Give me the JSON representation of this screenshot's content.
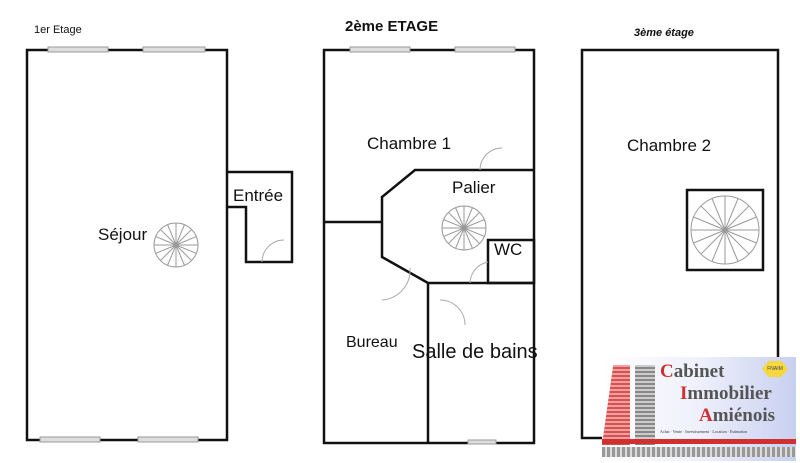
{
  "floors": [
    {
      "title": "1er Etage",
      "rooms": [
        "Séjour",
        "Entrée"
      ]
    },
    {
      "title": "2ème ETAGE",
      "rooms": [
        "Chambre 1",
        "Palier",
        "WC",
        "Bureau",
        "Salle de bains"
      ]
    },
    {
      "title": "3ème étage",
      "rooms": [
        "Chambre 2"
      ]
    }
  ],
  "logo": {
    "line1_initial": "C",
    "line1_rest": "abinet",
    "line2_initial": "I",
    "line2_rest": "mmobilier",
    "line3_initial": "A",
    "line3_rest": "miénois",
    "tagline": "Achat · Vente · Investissement · Location · Estimation",
    "badge": "FNAIM"
  },
  "colors": {
    "wall": "#111111",
    "stair": "#999999",
    "logo_red": "#d03030"
  }
}
